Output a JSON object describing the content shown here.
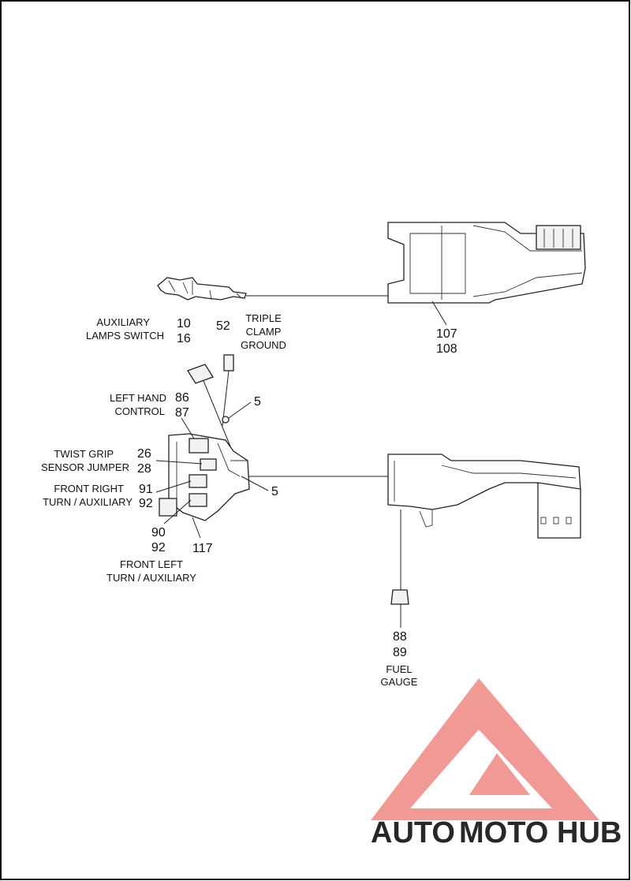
{
  "labels": {
    "aux_lamps_switch": [
      "AUXILIARY",
      "LAMPS SWITCH"
    ],
    "aux_lamps_nums": [
      "10",
      "16"
    ],
    "triple_clamp_num": "52",
    "triple_clamp_ground": [
      "TRIPLE",
      "CLAMP",
      "GROUND"
    ],
    "callout_5_upper": "5",
    "left_hand_control": [
      "LEFT HAND",
      "CONTROL"
    ],
    "left_hand_nums": [
      "86",
      "87"
    ],
    "twist_grip": [
      "TWIST GRIP",
      "SENSOR JUMPER"
    ],
    "twist_grip_nums": [
      "26",
      "28"
    ],
    "front_right": [
      "FRONT RIGHT",
      "TURN / AUXILIARY"
    ],
    "front_right_nums": [
      "91",
      "92"
    ],
    "callout_5_lower": "5",
    "front_left_nums": [
      "90",
      "92"
    ],
    "callout_117": "117",
    "front_left": [
      "FRONT LEFT",
      "TURN / AUXILIARY"
    ],
    "upper_harness_nums": [
      "107",
      "108"
    ],
    "fuel_gauge_nums": [
      "88",
      "89"
    ],
    "fuel_gauge": [
      "FUEL",
      "GAUGE"
    ]
  },
  "watermark": {
    "auto": "AUTO",
    "moto": "MOTO",
    "hub": "HUB",
    "colors": {
      "triangle": "#f0908a",
      "auto": "#f5b041",
      "moto": "#ee7f78",
      "hub": "#3a3a3a"
    }
  }
}
